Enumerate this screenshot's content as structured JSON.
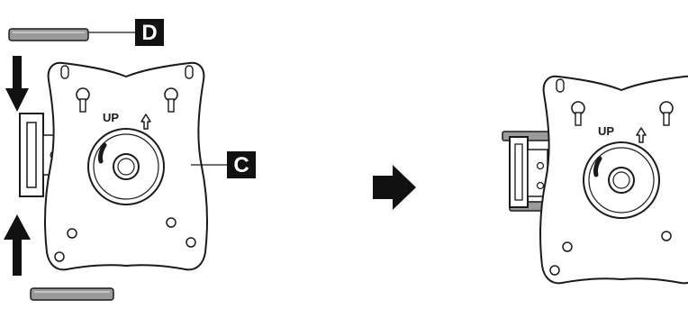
{
  "callouts": {
    "bracket_rail_label": "D",
    "mount_plate_label": "C"
  },
  "plate": {
    "orientation_label": "UP"
  },
  "colors": {
    "ink": "#1a1a1a",
    "badge_fill": "#111111",
    "badge_text": "#ffffff",
    "rail_fill": "#9a9a9a",
    "background": "#ffffff"
  },
  "icons": {
    "step_arrow": "right-arrow-icon",
    "push_down": "down-arrow-icon",
    "push_up": "up-arrow-icon",
    "up_indicator": "up-outline-arrow-icon"
  }
}
